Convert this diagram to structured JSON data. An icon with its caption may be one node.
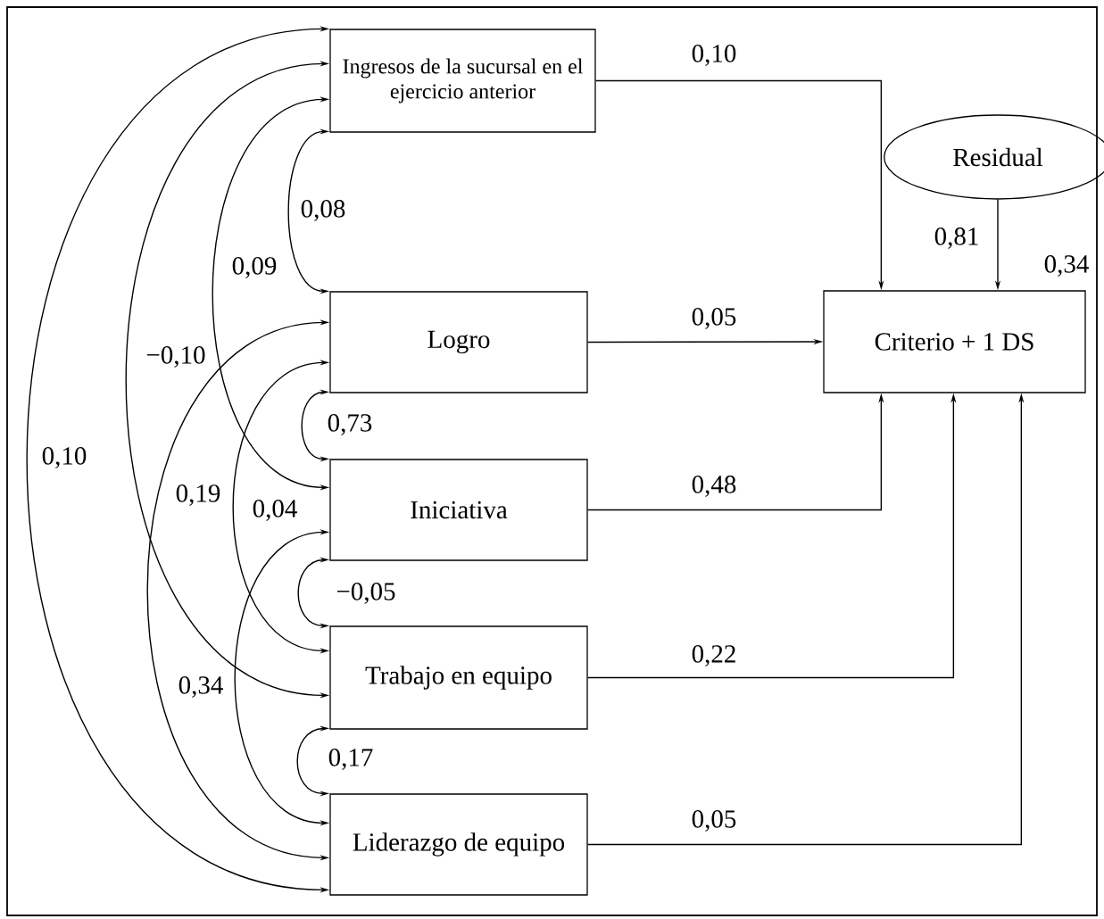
{
  "diagram": {
    "nodes": [
      {
        "text": [
          "Ingresos de la sucursal en el ejercicio anterior"
        ]
      },
      {
        "text": [
          "Logro"
        ]
      },
      {
        "text": [
          "Iniciativa"
        ]
      },
      {
        "text": [
          "Trabajo en equipo"
        ]
      },
      {
        "text": [
          "Liderazgo de equipo"
        ]
      },
      {
        "text": [
          "Criterio + 1 DS"
        ],
        "beside": [
          "0,34"
        ]
      },
      {
        "text": [
          "Residual"
        ]
      }
    ],
    "edges": [
      {
        "from": 0,
        "to": 5,
        "arrow": "to",
        "label": "0,10"
      },
      {
        "from": 1,
        "to": 5,
        "arrow": "to",
        "label": "0,05"
      },
      {
        "from": 2,
        "to": 5,
        "arrow": "to",
        "label": "0,48"
      },
      {
        "from": 3,
        "to": 5,
        "arrow": "to",
        "label": "0,22"
      },
      {
        "from": 4,
        "to": 5,
        "arrow": "to",
        "label": "0,05"
      },
      {
        "from": 6,
        "to": 5,
        "arrow": "to",
        "label": "0,81"
      },
      {
        "from": 0,
        "to": 1,
        "arrow": "both",
        "label": "0,08"
      },
      {
        "from": 1,
        "to": 2,
        "arrow": "both",
        "label": "0,73"
      },
      {
        "from": 2,
        "to": 3,
        "arrow": "both",
        "label": "−0,05"
      },
      {
        "from": 3,
        "to": 4,
        "arrow": "both",
        "label": "0,17"
      },
      {
        "from": 0,
        "to": 2,
        "arrow": "both",
        "label": "0,09"
      },
      {
        "from": 0,
        "to": 3,
        "arrow": "both",
        "label": "−0,10"
      },
      {
        "from": 0,
        "to": 4,
        "arrow": "both",
        "label": "0,10"
      },
      {
        "from": 1,
        "to": 4,
        "arrow": "both",
        "label": "0,19"
      },
      {
        "from": 1,
        "to": 3,
        "arrow": "both",
        "label": "0,04"
      },
      {
        "from": 2,
        "to": 4,
        "arrow": "both",
        "label": "0,34"
      }
    ]
  }
}
